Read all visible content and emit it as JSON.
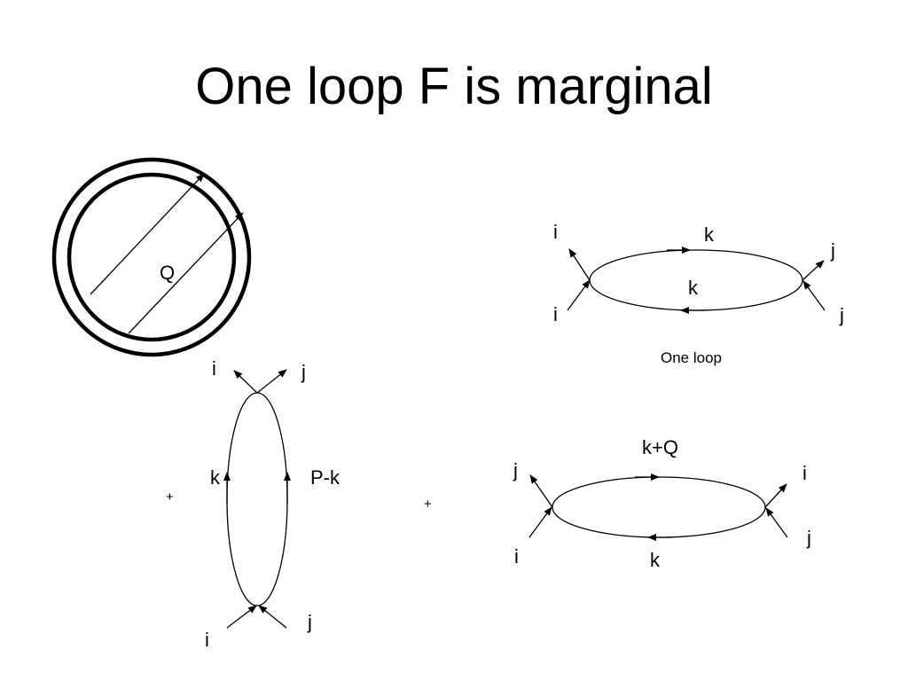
{
  "title": "One loop F is marginal",
  "fermi_surface": {
    "momentum_label": "Q"
  },
  "one_loop_diagram": {
    "caption": "One loop",
    "labels": {
      "top_left": "i",
      "bottom_left": "i",
      "top_right": "j",
      "bottom_right": "j",
      "upper_propagator": "k",
      "lower_propagator": "k"
    }
  },
  "vertical_bubble": {
    "labels": {
      "top_left": "i",
      "top_right": "j",
      "left_propagator": "k",
      "right_propagator": "P-k",
      "bottom_left": "i",
      "bottom_right": "j"
    }
  },
  "zero_sound_bubble": {
    "labels": {
      "top_left": "j",
      "bottom_left": "i",
      "top_right": "i",
      "bottom_right": "j",
      "upper_propagator": "k+Q",
      "lower_propagator": "k"
    }
  },
  "operators": {
    "plus_left": "+",
    "plus_right": "+"
  }
}
